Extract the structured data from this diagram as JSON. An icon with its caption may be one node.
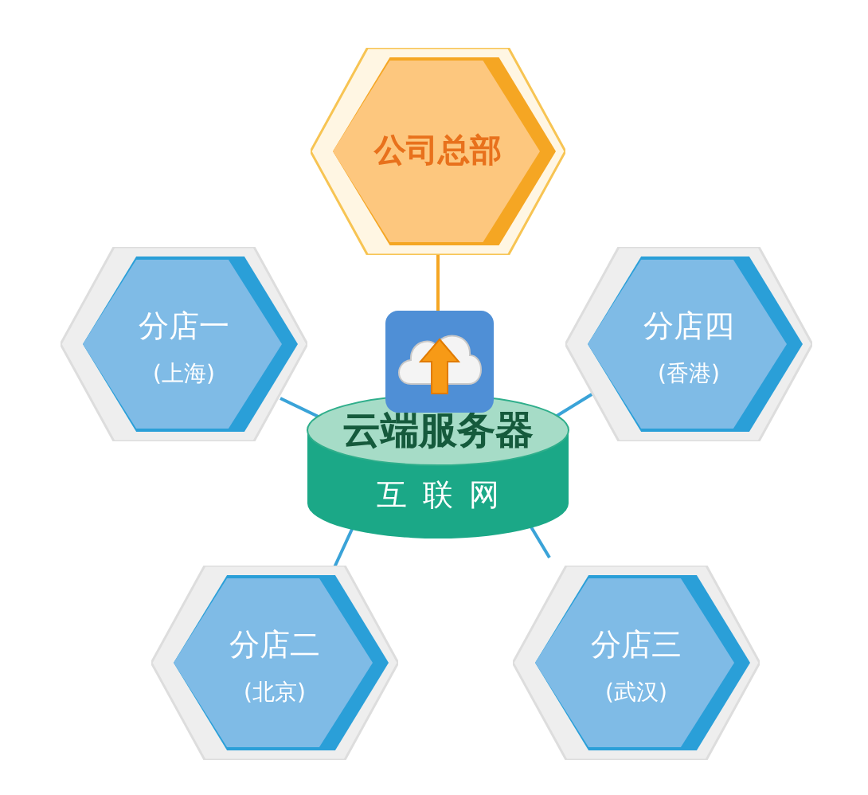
{
  "diagram": {
    "nodes": [
      {
        "text": [
          "公司总部"
        ]
      },
      {
        "text": [
          "分店一",
          "(上海)"
        ]
      },
      {
        "text": [
          "分店四",
          "(香港)"
        ]
      },
      {
        "text": [],
        "shape": "picture"
      },
      {
        "text": [
          "云端服务器",
          "互联网"
        ]
      },
      {
        "text": [
          "分店二",
          "(北京)"
        ]
      },
      {
        "text": [
          "分店三",
          "(武汉)"
        ]
      }
    ],
    "edges": [
      {
        "from": 0,
        "to": 3,
        "arrow": "none",
        "color": "#f5a623"
      },
      {
        "from": 1,
        "to": 4,
        "arrow": "none"
      },
      {
        "from": 2,
        "to": 4,
        "arrow": "none"
      },
      {
        "from": 5,
        "to": 4,
        "arrow": "none"
      },
      {
        "from": 6,
        "to": 4,
        "arrow": "none"
      }
    ]
  }
}
